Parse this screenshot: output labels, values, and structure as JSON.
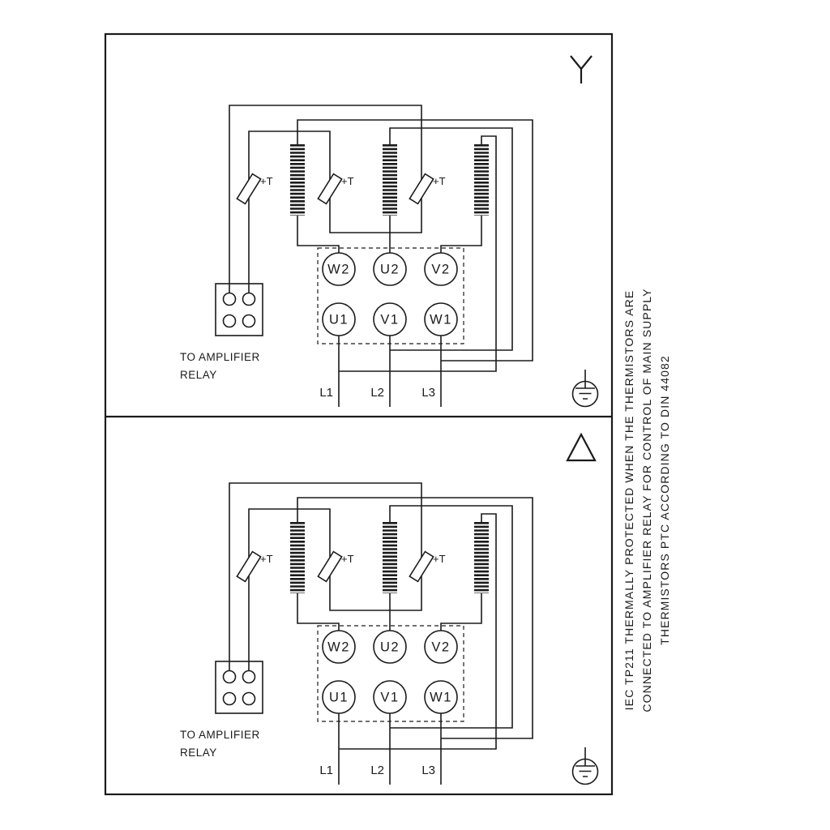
{
  "app": {
    "background": "#ffffff",
    "ink": "#1b1b1b"
  },
  "side_note": {
    "lines": [
      "IEC TP211 THERMALLY PROTECTED WHEN THE THERMISTORS ARE",
      "CONNECTED TO AMPLIFIER RELAY FOR CONTROL OF MAIN SUPPLY",
      "THERMISTORS PTC ACCORDING TO DIN 44082"
    ]
  },
  "panels": [
    {
      "connection": "star",
      "terminals_top": [
        "W2",
        "U2",
        "V2"
      ],
      "terminals_bottom": [
        "U1",
        "V1",
        "W1"
      ],
      "phases": [
        "L1",
        "L2",
        "L3"
      ],
      "thermistor": "+T",
      "relay_caption": [
        "TO AMPLIFIER",
        "RELAY"
      ]
    },
    {
      "connection": "delta",
      "terminals_top": [
        "W2",
        "U2",
        "V2"
      ],
      "terminals_bottom": [
        "U1",
        "V1",
        "W1"
      ],
      "phases": [
        "L1",
        "L2",
        "L3"
      ],
      "thermistor": "+T",
      "relay_caption": [
        "TO AMPLIFIER",
        "RELAY"
      ]
    }
  ]
}
